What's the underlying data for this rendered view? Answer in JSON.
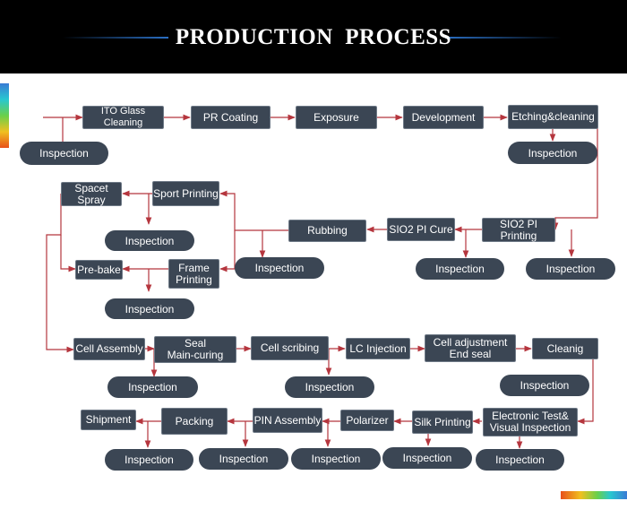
{
  "header": {
    "title": "PRODUCTION  PROCESS"
  },
  "colors": {
    "header_bg": "#000000",
    "box_fill": "#3b4654",
    "arrow": "#b5363e",
    "title_line": "#2a6fc4"
  },
  "steps": {
    "ito_glass_cleaning": "ITO Glass Cleaning",
    "pr_coating": "PR Coating",
    "exposure": "Exposure",
    "development": "Development",
    "etching_cleaning": "Etching&cleaning",
    "sio2_pi_printing": "SIO2 PI Printing",
    "sio2_pi_cure": "SIO2 PI Cure",
    "rubbing": "Rubbing",
    "sport_printing": "Sport Printing",
    "spacet_spray": "Spacet\nSpray",
    "pre_bake": "Pre-bake",
    "frame_printing": "Frame\nPrinting",
    "cell_assembly": "Cell  Assembly",
    "seal_main_curing": "Seal\nMain-curing",
    "cell_scribing": "Cell scribing",
    "lc_injection": "LC Injection",
    "cell_adjustment_end_seal": "Cell adjustment\nEnd seal",
    "cleaning": "Cleanig",
    "electronic_test_visual_inspection": "Electronic Test&\nVisual Inspection",
    "silk_printing": "Silk Printing",
    "polarizer": "Polarizer",
    "pin_assembly": "PIN Assembly",
    "packing": "Packing",
    "shipment": "Shipment"
  },
  "inspection_label": "Inspection"
}
